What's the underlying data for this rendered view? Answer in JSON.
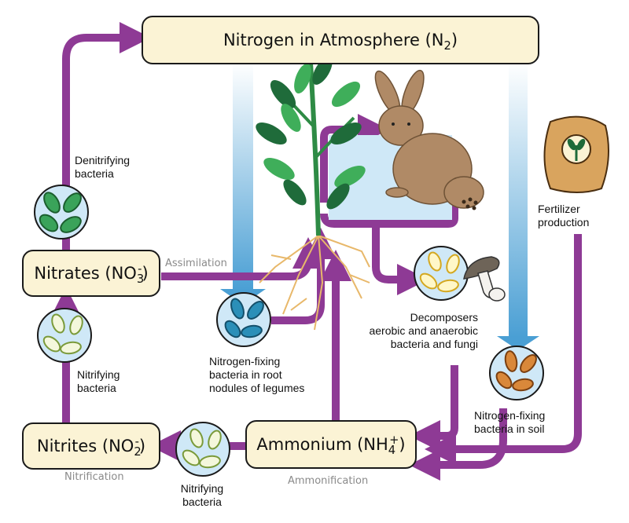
{
  "boxes": {
    "atmosphere": {
      "text": "Nitrogen in Atmosphere (N",
      "sub": "2",
      "close": ")"
    },
    "nitrates": {
      "text": "Nitrates (NO",
      "sup": "-",
      "sub": "3",
      "close": ")"
    },
    "nitrites": {
      "text": "Nitrites  (NO",
      "sup": "-",
      "sub": "2",
      "close": ")"
    },
    "ammonium": {
      "text": "Ammonium (NH",
      "sup": "+",
      "sub": "4",
      "close": ")"
    }
  },
  "labels": {
    "denitrifying": [
      "Denitrifying",
      "bacteria"
    ],
    "nitrifying_left": [
      "Nitrifying",
      "bacteria"
    ],
    "nitrifying_bottom": [
      "Nitrifying",
      "bacteria"
    ],
    "root_nodules": [
      "Nitrogen-fixing",
      "bacteria in root",
      "nodules of legumes"
    ],
    "decomposers": [
      "Decomposers",
      "aerobic and anaerobic",
      "bacteria and fungi"
    ],
    "soil_fixing": [
      "Nitrogen-fixing",
      "bacteria in soil"
    ],
    "fertilizer": [
      "Fertilizer",
      "production"
    ]
  },
  "processes": {
    "assimilation": "Assimilation",
    "nitrification": "Nitrification",
    "ammonification": "Ammonification"
  },
  "colors": {
    "arrow": "#8e3a95",
    "box_fill": "#fbf3d5",
    "fixation_arrow": "#4a9fd4",
    "circle_fill": "#cfe8f7",
    "plant_dark": "#1f6b3a",
    "plant_light": "#3fae5a",
    "rabbit": "#b08a66",
    "roots": "#e8b86a",
    "sack": "#d9a45e"
  }
}
